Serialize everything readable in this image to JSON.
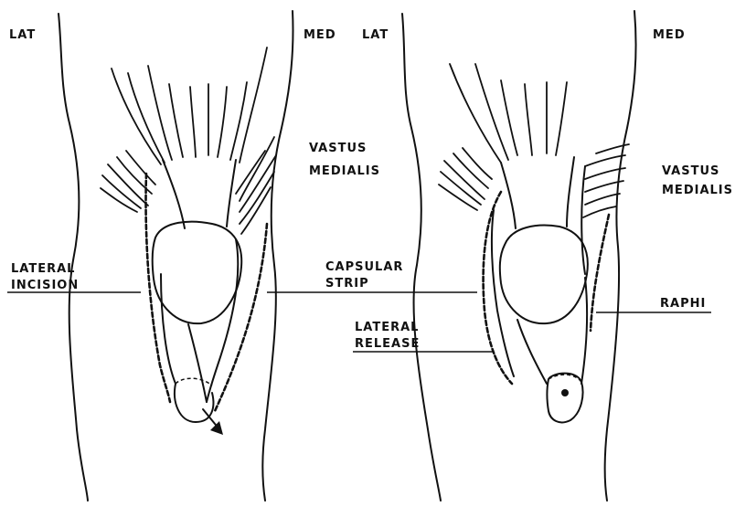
{
  "left_panel": {
    "lat": "LAT",
    "med": "MED",
    "vastus_line1": "VASTUS",
    "vastus_line2": "MEDIALIS",
    "incision_line1": "LATERAL",
    "incision_line2": "INCISION"
  },
  "center_label": {
    "line1": "CAPSULAR",
    "line2": "STRIP"
  },
  "right_panel": {
    "lat": "LAT",
    "med": "MED",
    "vastus_line1": "VASTUS",
    "vastus_line2": "MEDIALIS",
    "release_line1": "LATERAL",
    "release_line2": "RELEASE",
    "raphi": "RAPHI"
  }
}
